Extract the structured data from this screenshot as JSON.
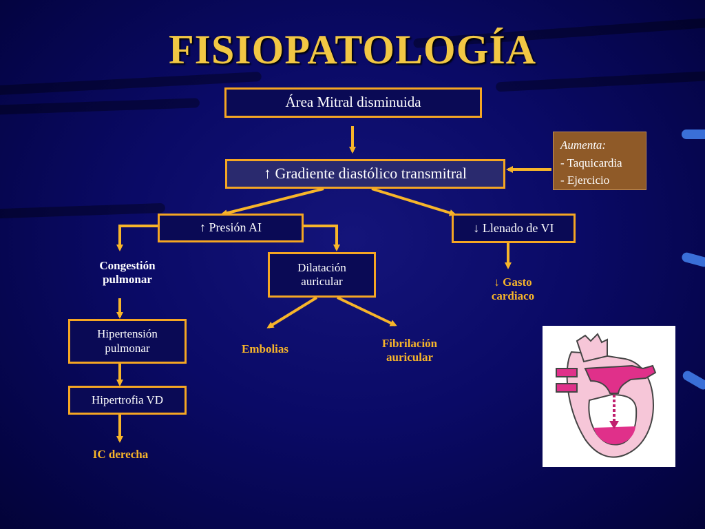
{
  "title": "FISIOPATOLOGÍA",
  "nodes": {
    "area_mitral": "Área Mitral disminuida",
    "gradiente": "↑ Gradiente diastólico transmitral",
    "presion_ai": "↑ Presión AI",
    "llenado_vi": "↓ Llenado de VI",
    "congestion": "Congestión pulmonar",
    "dilatacion": "Dilatación auricular",
    "gasto": "↓ Gasto cardiaco",
    "hipertension": "Hipertensión pulmonar",
    "embolias": "Embolias",
    "fibrilacion": "Fibrilación auricular",
    "hipertrofia": "Hipertrofia VD",
    "ic_derecha": "IC derecha"
  },
  "aside": {
    "heading": "Aumenta:",
    "items": [
      "- Taquicardia",
      "- Ejercicio"
    ]
  },
  "colors": {
    "title": "#f2c744",
    "border": "#f5a623",
    "arrow": "#f7b52a",
    "aside_bg": "#8f5a28"
  },
  "image": "heart-mitral-stenosis-illustration"
}
